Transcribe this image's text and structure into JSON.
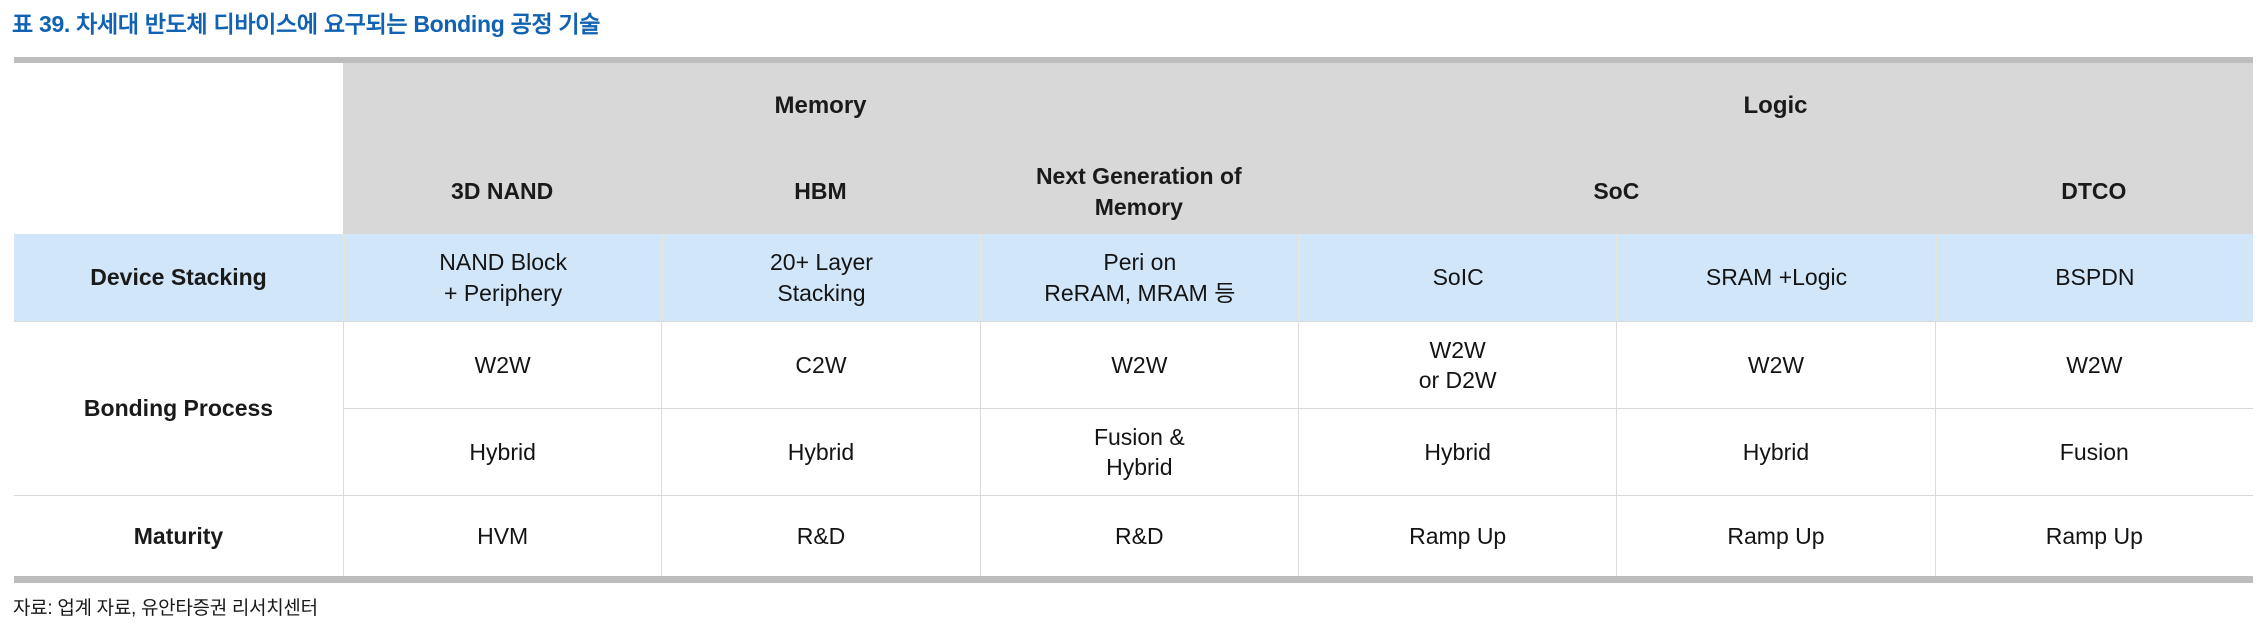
{
  "title": "표 39. 차세대 반도체 디바이스에 요구되는 Bonding 공정 기술",
  "source": "자료: 업계 자료, 유안타증권 리서치센터",
  "colors": {
    "title_blue": "#1062b3",
    "header_gray": "#d8d8d8",
    "highlight_blue": "#d2e6fa",
    "border_gray": "#bdbdbd"
  },
  "table": {
    "group_headers": [
      {
        "label": "Memory",
        "span": 3
      },
      {
        "label": "Logic",
        "span": 3
      }
    ],
    "column_headers": [
      {
        "label": "3D NAND",
        "span": 1
      },
      {
        "label": "HBM",
        "span": 1
      },
      {
        "label": "Next Generation of\nMemory",
        "span": 1
      },
      {
        "label": "SoC",
        "span": 2
      },
      {
        "label": "DTCO",
        "span": 1
      }
    ],
    "rows": [
      {
        "label": "Device Stacking",
        "highlight": true,
        "cells": [
          "NAND Block\n+ Periphery",
          "20+ Layer\nStacking",
          "Peri on\nReRAM, MRAM 등",
          "SoIC",
          "SRAM +Logic",
          "BSPDN"
        ]
      },
      {
        "label": "Bonding Process",
        "subrows": [
          [
            "W2W",
            "C2W",
            "W2W",
            "W2W\nor D2W",
            "W2W",
            "W2W"
          ],
          [
            "Hybrid",
            "Hybrid",
            "Fusion &\nHybrid",
            "Hybrid",
            "Hybrid",
            "Fusion"
          ]
        ]
      },
      {
        "label": "Maturity",
        "cells": [
          "HVM",
          "R&D",
          "R&D",
          "Ramp Up",
          "Ramp Up",
          "Ramp Up"
        ]
      }
    ]
  }
}
